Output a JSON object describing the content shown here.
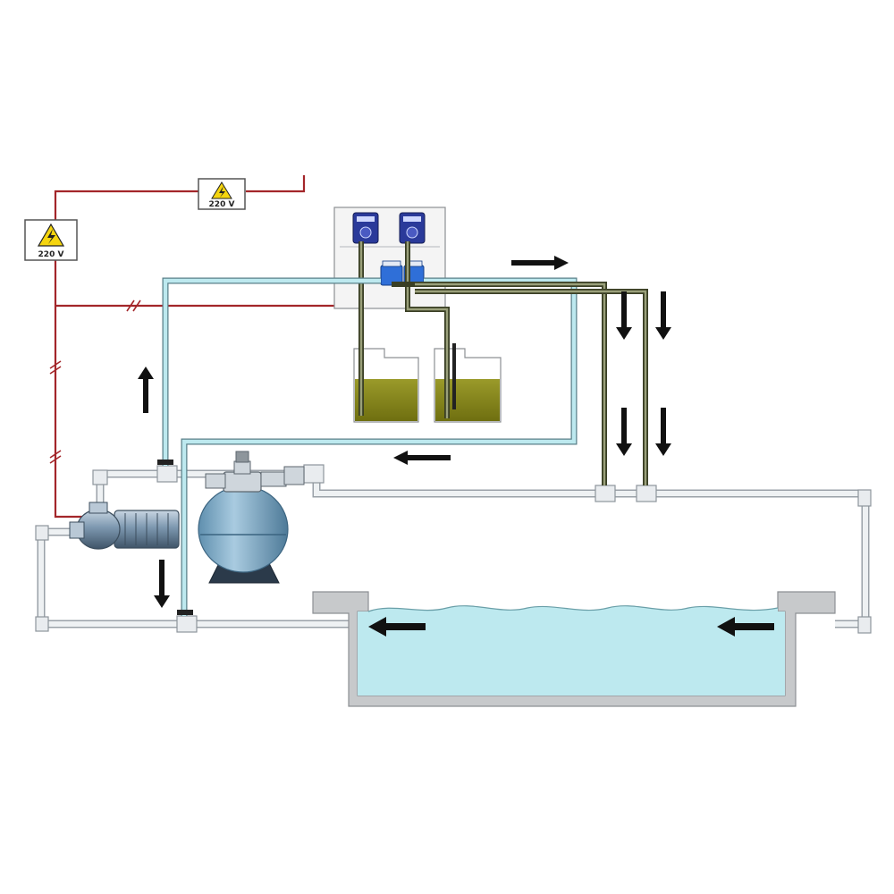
{
  "signs": {
    "main": {
      "label": "220 V",
      "icon": "high-voltage-icon"
    },
    "secondary": {
      "label": "220 V",
      "icon": "high-voltage-icon"
    }
  },
  "colors": {
    "water": "#bde9ef",
    "chemical": "#8a8a1e",
    "electric_wire": "#a3262a",
    "pipe": "#e9ecef",
    "pump": "#7d98b0",
    "filter": "#7fa9c4",
    "doser": "#2a3a9a"
  },
  "flow_arrows": [
    {
      "direction": "right"
    },
    {
      "direction": "down"
    },
    {
      "direction": "down"
    },
    {
      "direction": "down"
    },
    {
      "direction": "down"
    },
    {
      "direction": "left"
    },
    {
      "direction": "up"
    },
    {
      "direction": "down"
    },
    {
      "direction": "left"
    },
    {
      "direction": "left"
    }
  ]
}
